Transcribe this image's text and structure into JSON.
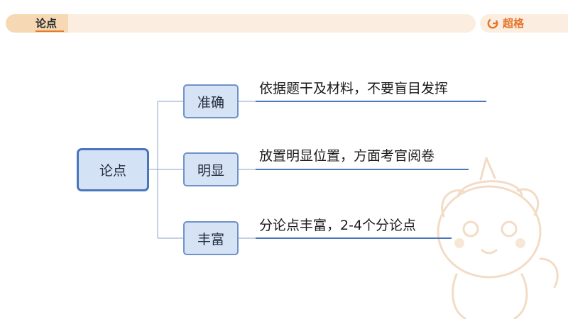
{
  "header": {
    "title": "论点",
    "brand": "超格"
  },
  "diagram": {
    "root": "论点",
    "branches": [
      {
        "label": "准确",
        "description": "依据题干及材料，不要盲目发挥"
      },
      {
        "label": "明显",
        "description": "放置明显位置，方面考官阅卷"
      },
      {
        "label": "丰富",
        "description": "分论点丰富，2-4个分论点"
      }
    ]
  },
  "colors": {
    "accent": "#e4752a",
    "node_fill": "#d6e3f5",
    "node_border": "#4a76bd",
    "line": "#4a76bd"
  }
}
